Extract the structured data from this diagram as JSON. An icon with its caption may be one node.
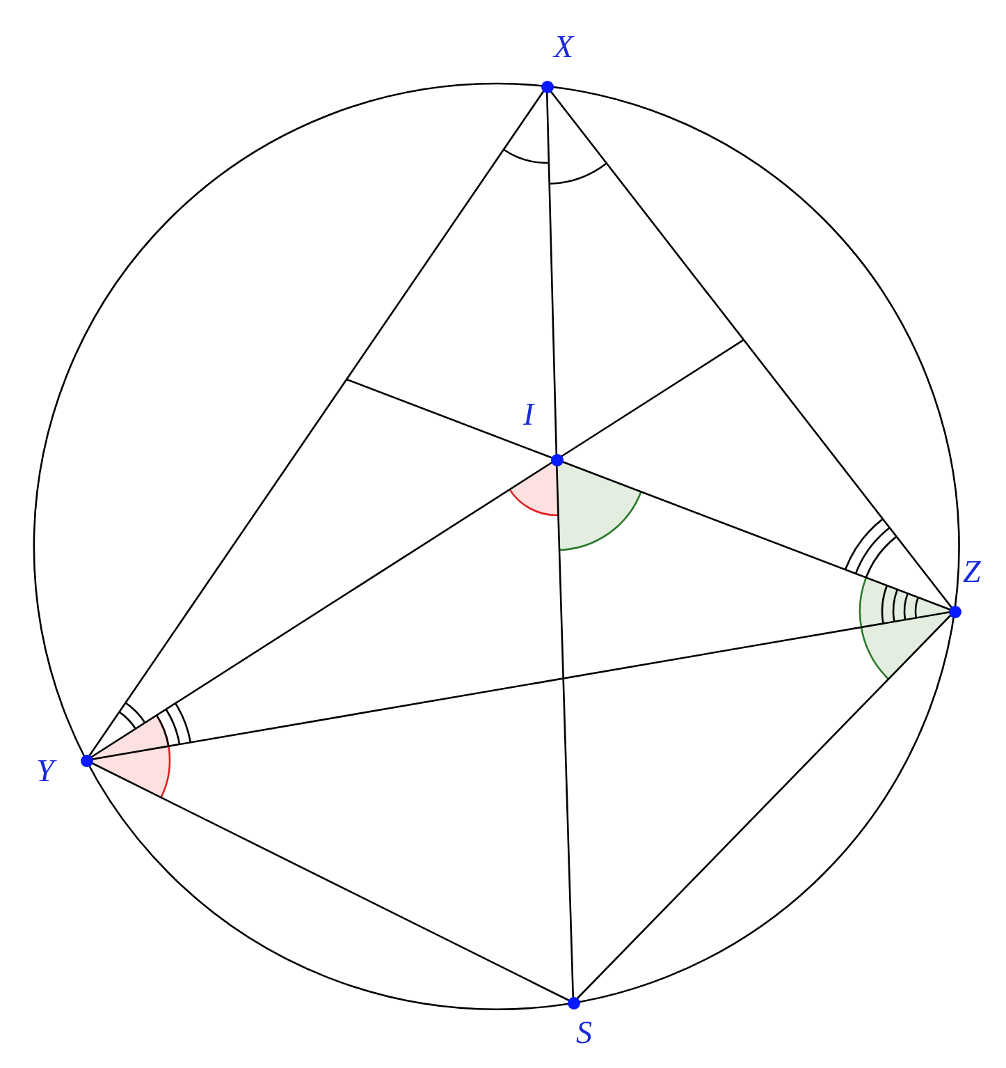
{
  "diagram": {
    "nodes": [
      {
        "text": [
          "X"
        ]
      },
      {
        "text": [
          "I"
        ]
      },
      {
        "text": [
          "Z"
        ]
      },
      {
        "text": [
          "Y"
        ]
      },
      {
        "text": [
          "S"
        ]
      }
    ],
    "edges": [
      {
        "from": 0,
        "to": 3,
        "arrow": "none"
      },
      {
        "from": 0,
        "to": 2,
        "arrow": "none"
      },
      {
        "from": 3,
        "to": 2,
        "arrow": "none"
      },
      {
        "from": 0,
        "to": 1,
        "arrow": "none"
      },
      {
        "from": 1,
        "to": 4,
        "arrow": "none"
      },
      {
        "from": 3,
        "to": 1,
        "arrow": "none"
      },
      {
        "from": 1,
        "to": null,
        "arrow": "none"
      },
      {
        "from": 2,
        "to": 1,
        "arrow": "none"
      },
      {
        "from": 1,
        "to": null,
        "arrow": "none"
      },
      {
        "from": 3,
        "to": 4,
        "arrow": "none"
      },
      {
        "from": 2,
        "to": 4,
        "arrow": "none"
      }
    ]
  }
}
